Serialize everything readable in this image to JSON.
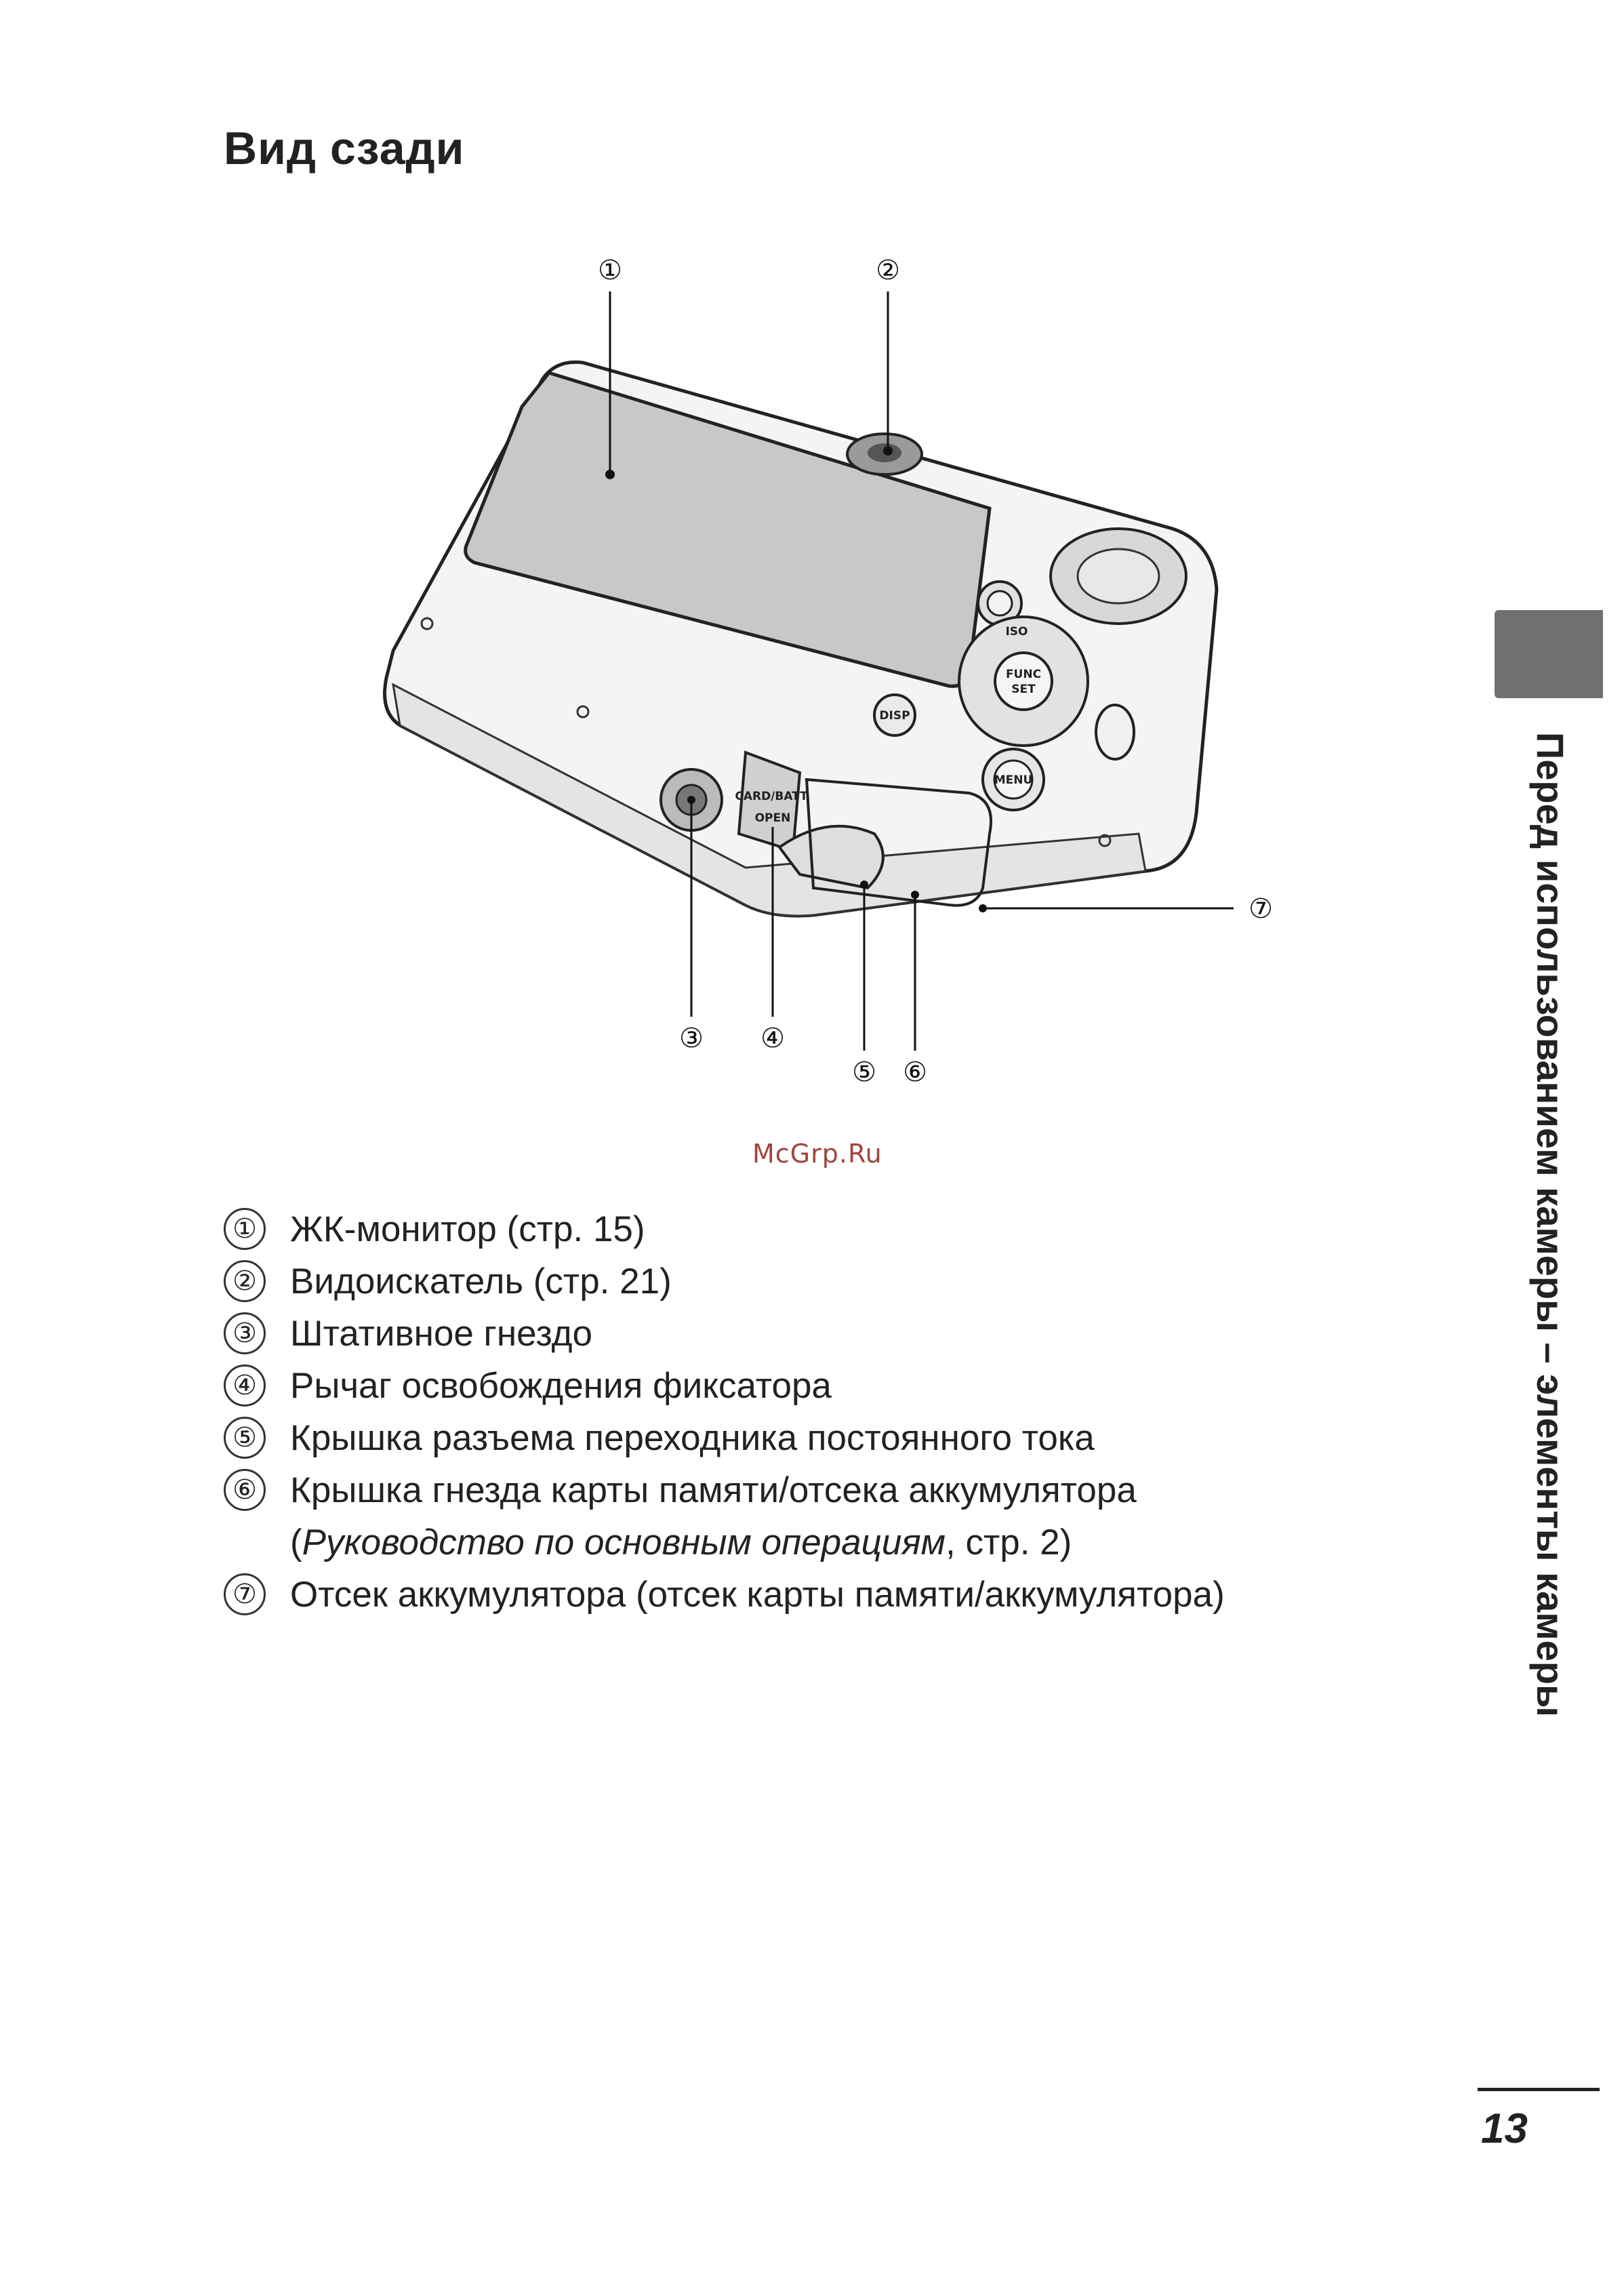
{
  "page": {
    "heading": "Вид сзади",
    "watermark": "McGrp.Ru",
    "side_title": "Перед использованием камеры – элементы камеры",
    "page_number": "13"
  },
  "figure": {
    "callouts": [
      "①",
      "②",
      "③",
      "④",
      "⑤",
      "⑥",
      "⑦"
    ],
    "button_labels": {
      "func": "FUNC",
      "set": "SET",
      "disp": "DISP",
      "menu": "MENU",
      "iso": "ISO",
      "card_batt": "CARD/BATT.",
      "open": "OPEN"
    }
  },
  "legend": {
    "items": [
      {
        "marker": "①",
        "text": "ЖК-монитор (стр. 15)"
      },
      {
        "marker": "②",
        "text": "Видоискатель (стр. 21)"
      },
      {
        "marker": "③",
        "text": "Штативное гнездо"
      },
      {
        "marker": "④",
        "text": "Рычаг освобождения фиксатора"
      },
      {
        "marker": "⑤",
        "text": "Крышка разъема переходника постоянного тока"
      },
      {
        "marker": "⑥",
        "text": "Крышка гнезда карты памяти/отсека аккумулятора"
      }
    ],
    "item6_cont_open": "(",
    "item6_cont_italic": "Руководство по основным операциям",
    "item6_cont_rest": ", стр. 2)",
    "item7": {
      "marker": "⑦",
      "text": "Отсек аккумулятора (отсек карты памяти/аккумулятора)"
    }
  }
}
